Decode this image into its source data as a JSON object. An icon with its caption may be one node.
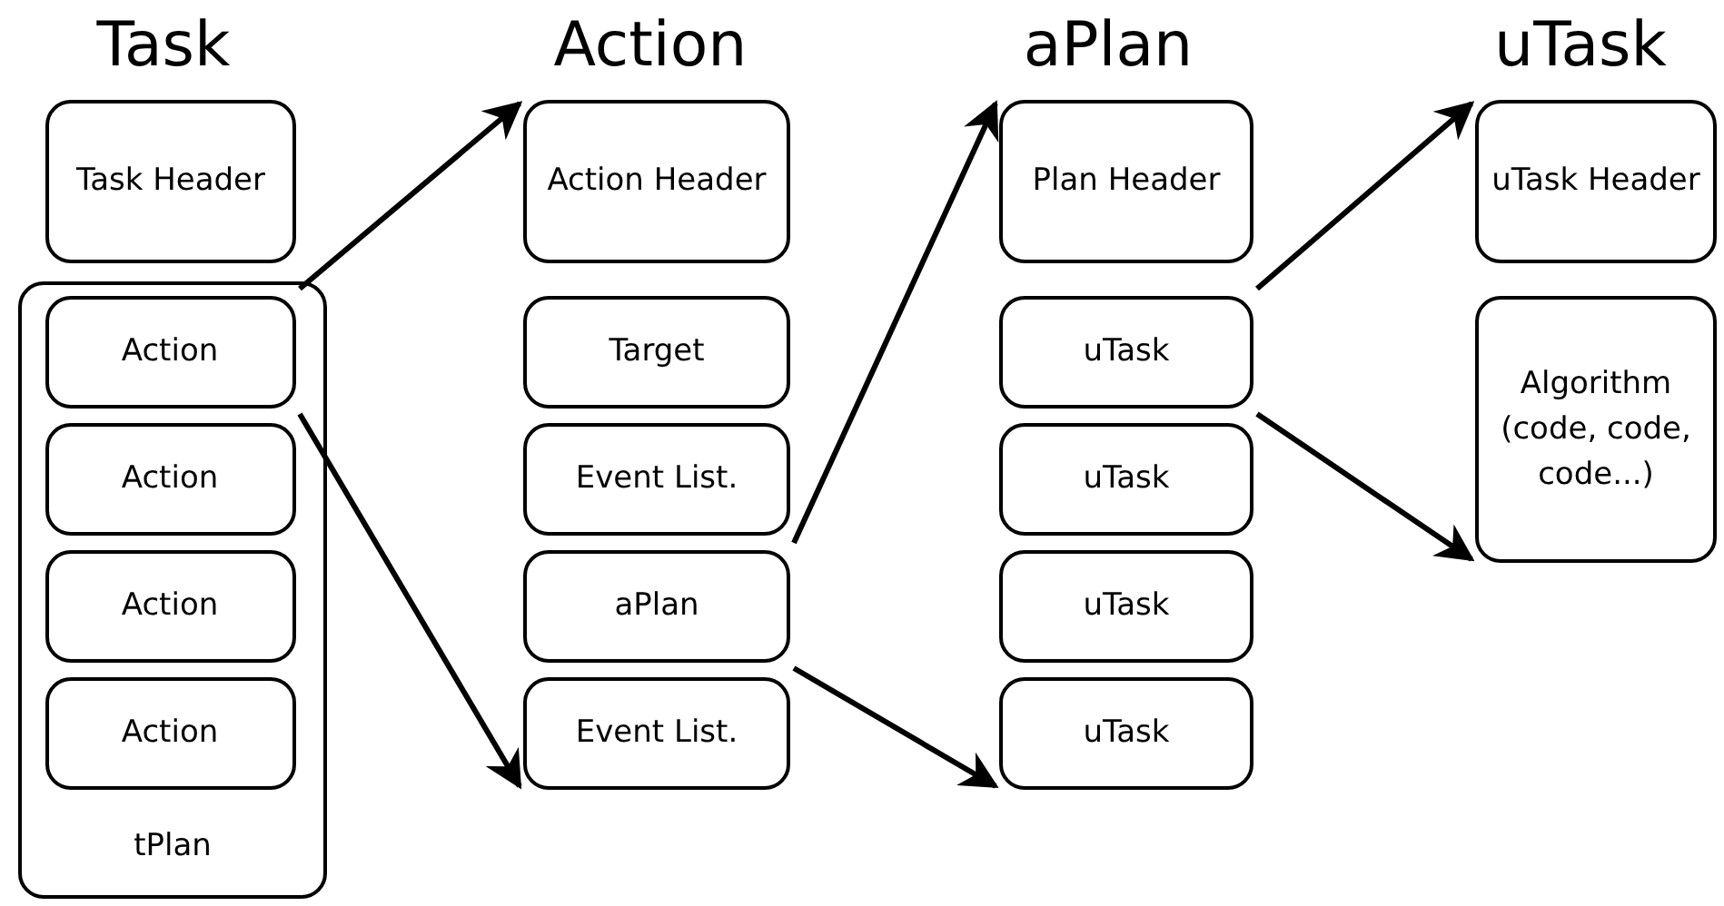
{
  "diagram": {
    "nodes": [
      {
        "text": [
          "Task Header"
        ]
      },
      {
        "text": [
          "tPlan"
        ]
      },
      {
        "text": [
          "Action"
        ],
        "in": 1
      },
      {
        "text": [
          "Action"
        ],
        "in": 1
      },
      {
        "text": [
          "Action"
        ],
        "in": 1
      },
      {
        "text": [
          "Action"
        ],
        "in": 1
      },
      {
        "text": [
          "Action Header"
        ]
      },
      {
        "text": [
          "Target"
        ]
      },
      {
        "text": [
          "Event List."
        ]
      },
      {
        "text": [
          "aPlan"
        ]
      },
      {
        "text": [
          "Event List."
        ]
      },
      {
        "text": [
          "Plan Header"
        ]
      },
      {
        "text": [
          "uTask"
        ]
      },
      {
        "text": [
          "uTask"
        ]
      },
      {
        "text": [
          "uTask"
        ]
      },
      {
        "text": [
          "uTask"
        ]
      },
      {
        "text": [
          "uTask Header"
        ]
      },
      {
        "text": [
          "Algorithm (code, code, code...)"
        ]
      }
    ],
    "edges": [
      {
        "from": 2,
        "to": 6,
        "arrow": "to"
      },
      {
        "from": 2,
        "to": 10,
        "arrow": "to"
      },
      {
        "from": 9,
        "to": 11,
        "arrow": "to"
      },
      {
        "from": 9,
        "to": 15,
        "arrow": "to"
      },
      {
        "from": 12,
        "to": 16,
        "arrow": "to"
      },
      {
        "from": 12,
        "to": 17,
        "arrow": "to"
      }
    ],
    "labels": [
      "Task",
      "Action",
      "aPlan",
      "uTask"
    ]
  }
}
